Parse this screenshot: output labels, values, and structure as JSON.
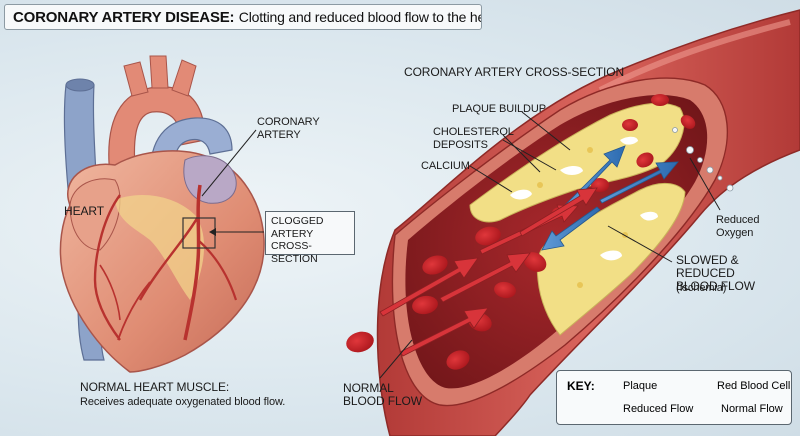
{
  "title": {
    "main": "CORONARY ARTERY DISEASE:",
    "sub": "Clotting and reduced blood flow to the heart"
  },
  "labels": {
    "heart": "HEART",
    "coronary_artery": "CORONARY\nARTERY",
    "clogged_cross_section": "CLOGGED\nARTERY\nCROSS-SECTION",
    "normal_heart_muscle_title": "NORMAL HEART MUSCLE:",
    "normal_heart_muscle_text": "Receives adequate oxygenated blood flow.",
    "cross_section_title": "CORONARY ARTERY CROSS-SECTION",
    "plaque_buildup": "PLAQUE BUILDUP",
    "cholesterol_deposits": "CHOLESTEROL\nDEPOSITS",
    "calcium": "CALCIUM",
    "reduced_oxygen": "Reduced\nOxygen",
    "slowed_flow": "SLOWED & REDUCED\nBLOOD FLOW",
    "ischemia": "(Ischemia)",
    "normal_blood_flow": "NORMAL\nBLOOD FLOW"
  },
  "key": {
    "title": "KEY:",
    "plaque": "Plaque",
    "red_blood_cell": "Red Blood Cell",
    "reduced_flow": "Reduced Flow",
    "normal_flow": "Normal Flow"
  },
  "colors": {
    "artery_wall": "#c9504a",
    "lumen": "#8e1f22",
    "plaque": "#f2df86",
    "blood_cell": "#c81f25",
    "normal_flow_arrow": "#c8333a",
    "reduced_flow_arrow": "#3f7fc4",
    "heart_muscle": "#e59a82",
    "vessel_blue": "#8da3c9"
  }
}
